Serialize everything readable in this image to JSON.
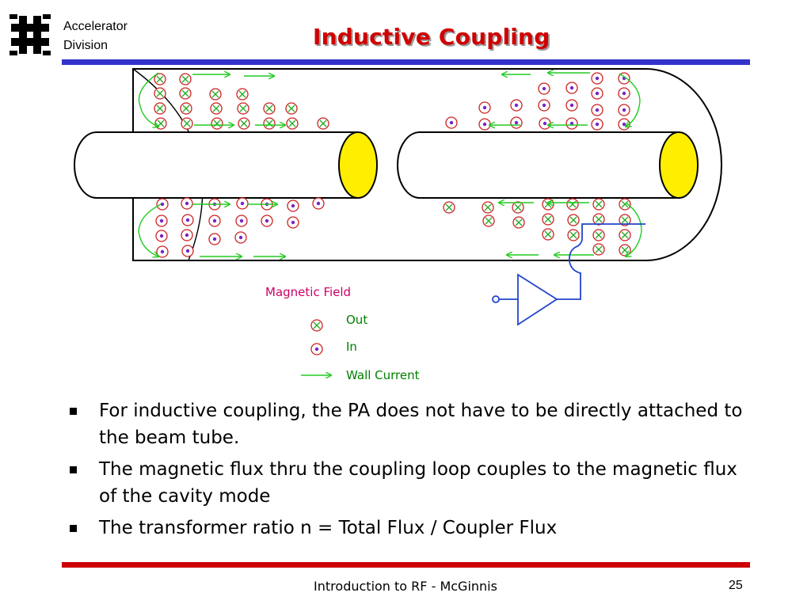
{
  "header": {
    "logo": "fermilab-logo",
    "division_line1": "Accelerator",
    "division_line2": "Division",
    "title": "Inductive Coupling",
    "title_color": "#d00000",
    "rule_color": "#3333cc"
  },
  "diagram": {
    "legend_title": "Magnetic Field",
    "legend_title_color": "#cc0066",
    "legend_out": "Out",
    "legend_in": "In",
    "legend_wall_current": "Wall Current",
    "legend_text_color": "#008000",
    "field_symbol_color": "#cc2222",
    "out_mark_color": "#22aa22",
    "in_dot_color": "#7722cc",
    "wall_current_color": "#22cc22",
    "beam_pipe_end_color": "#ffee00",
    "amplifier_color": "#2244cc"
  },
  "bullets": [
    "For inductive coupling, the PA does not have to be directly attached to the beam tube.",
    "The magnetic flux thru the coupling loop couples to the magnetic flux of the cavity mode",
    "The transformer ratio n = Total Flux / Coupler Flux"
  ],
  "footer": {
    "text": "Introduction to RF - McGinnis",
    "page": "25",
    "rule_color": "#cc0000"
  }
}
